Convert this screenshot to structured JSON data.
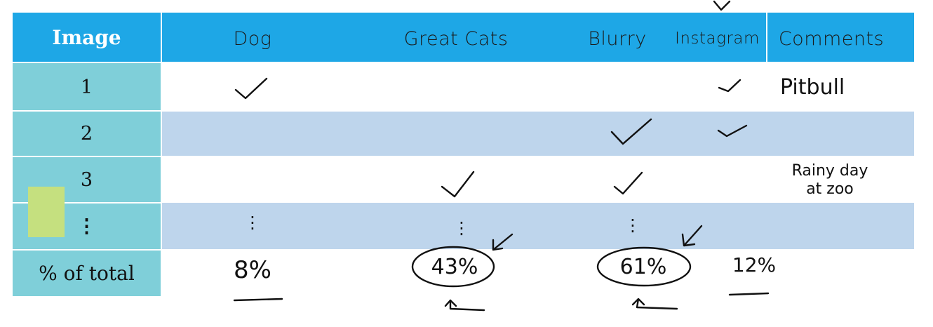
{
  "table": {
    "header": {
      "image": "Image",
      "dog": "Dog",
      "great_cats": "Great Cats",
      "blurry": "Blurry",
      "instagram": "Instagram",
      "comments": "Comments"
    },
    "rows": [
      {
        "index": "1",
        "dog": true,
        "great_cats": false,
        "blurry": false,
        "instagram": true,
        "comment": "Pitbull"
      },
      {
        "index": "2",
        "dog": false,
        "great_cats": false,
        "blurry": true,
        "instagram": true,
        "comment": ""
      },
      {
        "index": "3",
        "dog": false,
        "great_cats": true,
        "blurry": true,
        "instagram": false,
        "comment": "Rainy day at zoo"
      },
      {
        "index": "⋮",
        "dog": "⋮",
        "great_cats": "⋮",
        "blurry": "⋮",
        "instagram": "",
        "comment": ""
      }
    ],
    "totals": {
      "label": "% of total",
      "dog": "8%",
      "great_cats": "43%",
      "blurry": "61%",
      "instagram": "12%"
    }
  },
  "colors": {
    "header": "#1ea7e6",
    "first_column": "#7fcfd9",
    "alt_row": "#bed5ec",
    "highlight": "#c5e07f"
  }
}
